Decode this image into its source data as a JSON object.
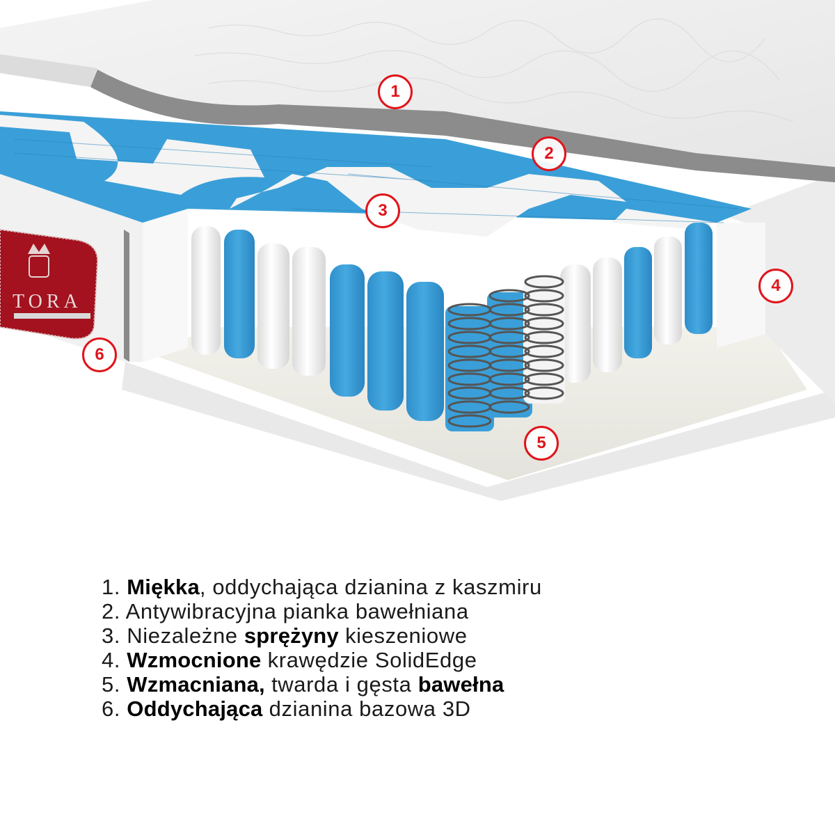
{
  "diagram": {
    "subject": "Pocket spring mattress cross-section",
    "colors": {
      "marker_red": "#e0141b",
      "spring_blue": "#3a9fd8",
      "foam_white": "#f3f3f3",
      "label_red": "#a3121e",
      "cover_gray": "#8a8a8a"
    },
    "logo": {
      "brand": "TORA"
    },
    "markers": [
      {
        "number": "1"
      },
      {
        "number": "2"
      },
      {
        "number": "3"
      },
      {
        "number": "4"
      },
      {
        "number": "5"
      },
      {
        "number": "6"
      }
    ]
  },
  "legend": {
    "items": [
      {
        "num": "1.",
        "parts": [
          {
            "text": "Miękka",
            "bold": true
          },
          {
            "text": ", oddychająca dzianina z kaszmiru",
            "bold": false
          }
        ]
      },
      {
        "num": "2.",
        "parts": [
          {
            "text": "Antywibracyjna pianka bawełniana",
            "bold": false
          }
        ]
      },
      {
        "num": "3.",
        "parts": [
          {
            "text": "Niezależne ",
            "bold": false
          },
          {
            "text": "sprężyny",
            "bold": true
          },
          {
            "text": " kieszeniowe",
            "bold": false
          }
        ]
      },
      {
        "num": "4.",
        "parts": [
          {
            "text": "Wzmocnione",
            "bold": true
          },
          {
            "text": " krawędzie SolidEdge",
            "bold": false
          }
        ]
      },
      {
        "num": "5.",
        "parts": [
          {
            "text": "Wzmacniana,",
            "bold": true
          },
          {
            "text": " twarda i gęsta ",
            "bold": false
          },
          {
            "text": "bawełna",
            "bold": true
          }
        ]
      },
      {
        "num": "6.",
        "parts": [
          {
            "text": "Oddychająca",
            "bold": true
          },
          {
            "text": " dzianina bazowa 3D",
            "bold": false
          }
        ]
      }
    ]
  }
}
